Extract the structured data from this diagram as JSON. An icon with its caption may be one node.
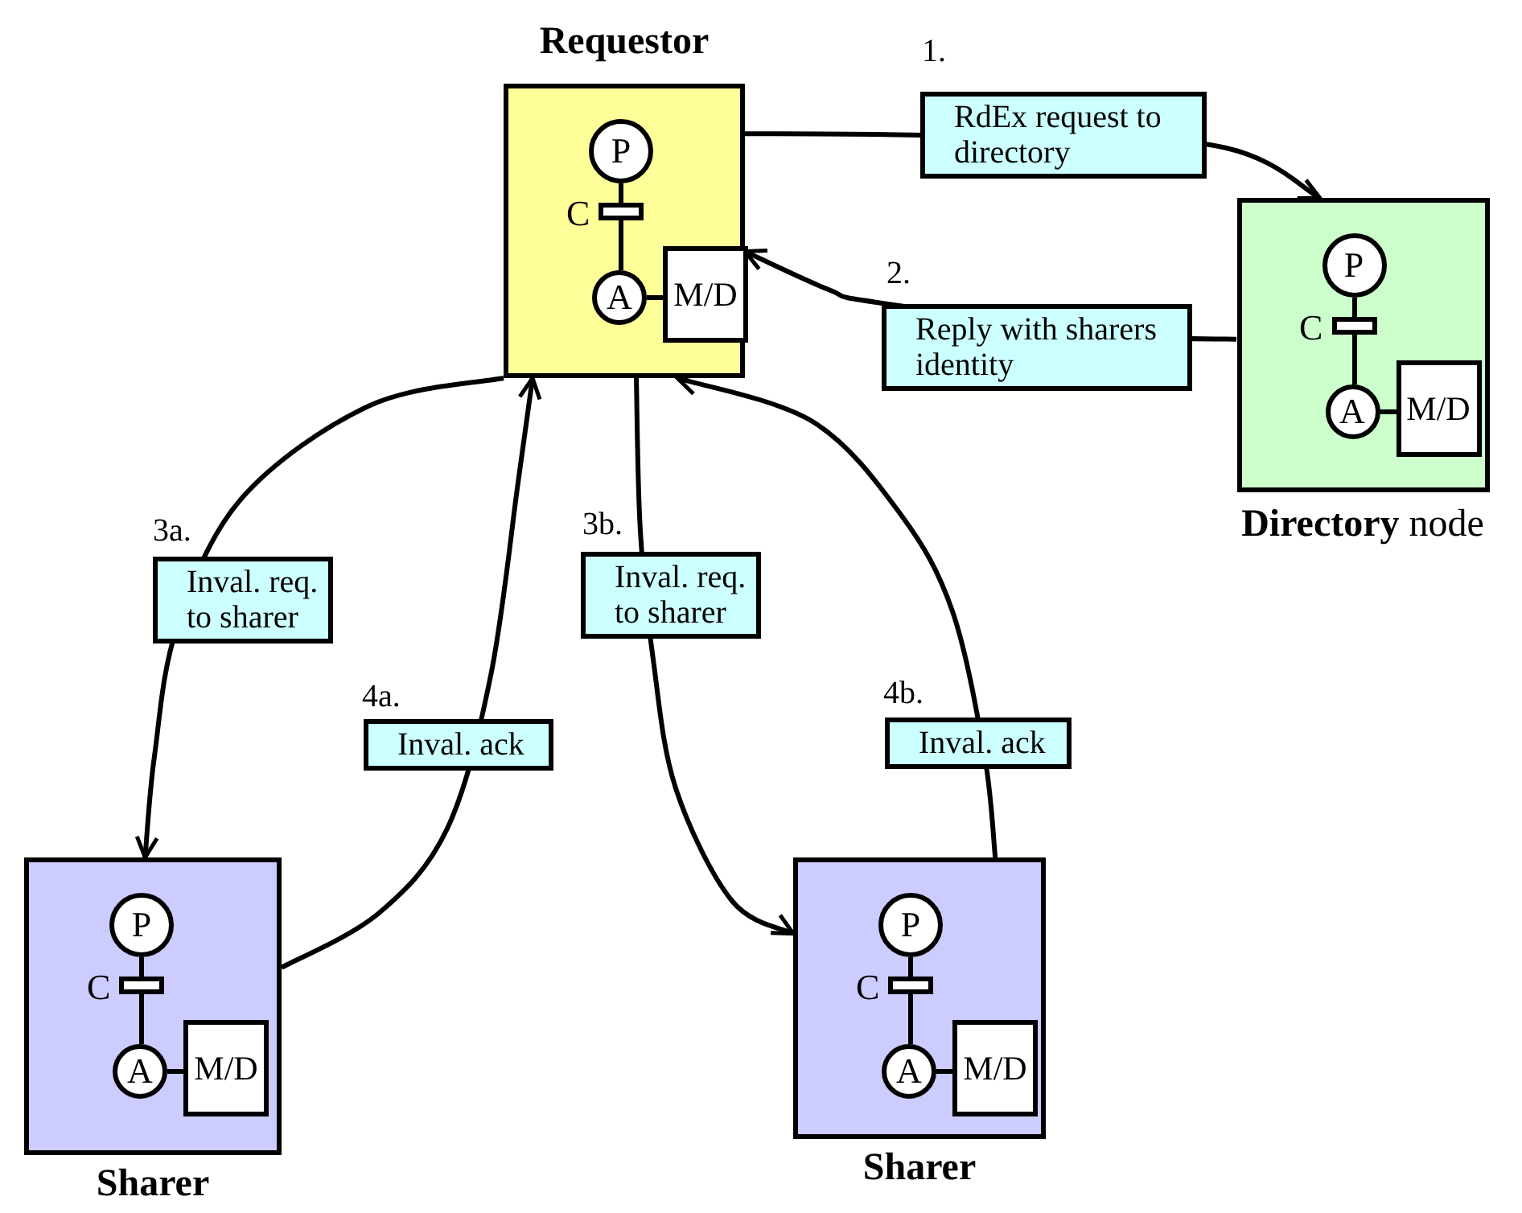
{
  "diagram": {
    "nodes": [
      {
        "text": [
          "Requestor"
        ]
      },
      {
        "text": [
          "P"
        ],
        "in": 0
      },
      {
        "text": [],
        "shape": "box",
        "beside": [
          "C"
        ],
        "in": 0
      },
      {
        "text": [
          "A"
        ],
        "in": 0
      },
      {
        "text": [
          "M/D"
        ],
        "in": 0
      },
      {
        "text": [
          "**Directory** node"
        ]
      },
      {
        "text": [
          "P"
        ],
        "in": 5
      },
      {
        "text": [],
        "shape": "box",
        "beside": [
          "C"
        ],
        "in": 5
      },
      {
        "text": [
          "A"
        ],
        "in": 5
      },
      {
        "text": [
          "M/D"
        ],
        "in": 5
      },
      {
        "text": [
          "Sharer"
        ]
      },
      {
        "text": [
          "P"
        ],
        "in": 10
      },
      {
        "text": [],
        "shape": "box",
        "beside": [
          "C"
        ],
        "in": 10
      },
      {
        "text": [
          "A"
        ],
        "in": 10
      },
      {
        "text": [
          "M/D"
        ],
        "in": 10
      },
      {
        "text": [
          "Sharer"
        ]
      },
      {
        "text": [
          "P"
        ],
        "in": 15
      },
      {
        "text": [],
        "shape": "box",
        "beside": [
          "C"
        ],
        "in": 15
      },
      {
        "text": [
          "A"
        ],
        "in": 15
      },
      {
        "text": [
          "M/D"
        ],
        "in": 15
      }
    ],
    "edges": [
      {
        "from": 0,
        "to": 5,
        "arrow": "to",
        "label": "RdEx request to directory"
      },
      {
        "from": 5,
        "to": 0,
        "arrow": "to",
        "label": "Reply with sharers identity"
      },
      {
        "from": 0,
        "to": 10,
        "arrow": "to",
        "label": "Inval. req. to sharer"
      },
      {
        "from": 10,
        "to": 0,
        "arrow": "to",
        "label": "Inval. ack"
      },
      {
        "from": 0,
        "to": 15,
        "arrow": "to",
        "label": "Inval. req. to sharer"
      },
      {
        "from": 15,
        "to": 0,
        "arrow": "to",
        "label": "Inval. ack"
      },
      {
        "from": 1,
        "to": 2,
        "arrow": "none"
      },
      {
        "from": 2,
        "to": 3,
        "arrow": "none"
      },
      {
        "from": 3,
        "to": 4,
        "arrow": "none"
      },
      {
        "from": 6,
        "to": 7,
        "arrow": "none"
      },
      {
        "from": 7,
        "to": 8,
        "arrow": "none"
      },
      {
        "from": 8,
        "to": 9,
        "arrow": "none"
      },
      {
        "from": 11,
        "to": 12,
        "arrow": "none"
      },
      {
        "from": 12,
        "to": 13,
        "arrow": "none"
      },
      {
        "from": 13,
        "to": 14,
        "arrow": "none"
      },
      {
        "from": 16,
        "to": 17,
        "arrow": "none"
      },
      {
        "from": 17,
        "to": 18,
        "arrow": "none"
      },
      {
        "from": 18,
        "to": 19,
        "arrow": "none"
      }
    ],
    "labels": [
      "1.",
      "2.",
      "3a.",
      "3b.",
      "4a.",
      "4b."
    ]
  }
}
